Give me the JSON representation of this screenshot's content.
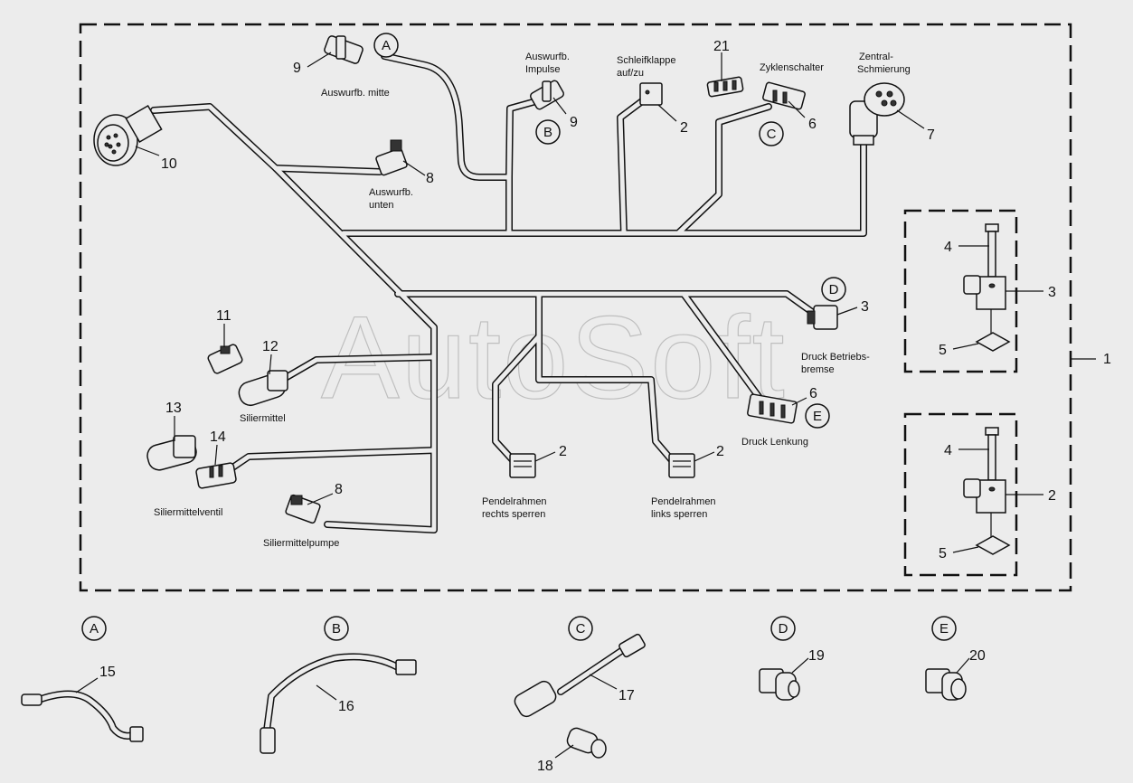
{
  "diagram": {
    "watermark": "AutoSoft",
    "assembly_number": "1",
    "callouts": {
      "c9a": "9",
      "c9b": "9",
      "c10": "10",
      "c8a": "8",
      "c8b": "8",
      "c2a": "2",
      "c2b": "2",
      "c2c": "2",
      "c2d": "2",
      "c21": "21",
      "c6a": "6",
      "c6b": "6",
      "c7": "7",
      "c3a": "3",
      "c3b": "3",
      "c11": "11",
      "c12": "12",
      "c13": "13",
      "c14": "14",
      "c4a": "4",
      "c4b": "4",
      "c5a": "5",
      "c5b": "5",
      "c15": "15",
      "c16": "16",
      "c17": "17",
      "c18": "18",
      "c19": "19",
      "c20": "20"
    },
    "letters": {
      "A": "A",
      "B": "B",
      "C": "C",
      "D": "D",
      "E": "E"
    },
    "labels": {
      "auswurf_mitte": "Auswurfb. mitte",
      "auswurf_impulse_1": "Auswurfb.",
      "auswurf_impulse_2": "Impulse",
      "schleifklappe_1": "Schleifklappe",
      "schleifklappe_2": "auf/zu",
      "zyklenschalter": "Zyklenschalter",
      "zentral_1": "Zentral-",
      "zentral_2": "Schmierung",
      "auswurf_unten_1": "Auswurfb.",
      "auswurf_unten_2": "unten",
      "druck_betriebs_1": "Druck Betriebs-",
      "druck_betriebs_2": "bremse",
      "siliermittel": "Siliermittel",
      "druck_lenkung": "Druck Lenkung",
      "siliermittelventil": "Siliermittelventil",
      "pendel_rechts_1": "Pendelrahmen",
      "pendel_rechts_2": "rechts sperren",
      "pendel_links_1": "Pendelrahmen",
      "pendel_links_2": "links sperren",
      "siliermittelpumpe": "Siliermittelpumpe"
    },
    "colors": {
      "line": "#111111",
      "background": "#ececec",
      "watermark": "#9a9a9a"
    }
  }
}
